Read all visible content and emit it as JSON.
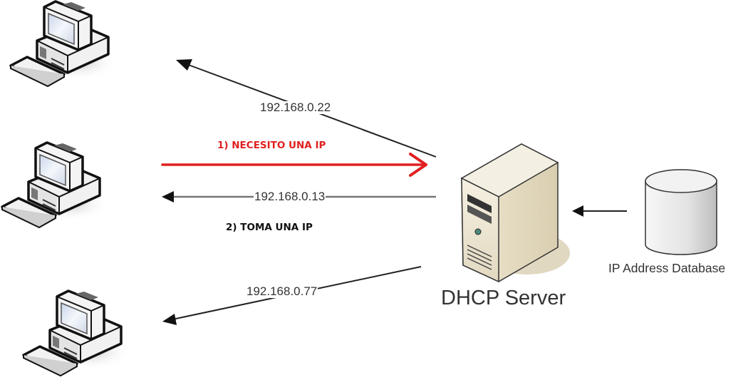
{
  "diagram": {
    "title": "DHCP IP assignment",
    "clients": [
      {
        "id": "client-1",
        "ip": "192.168.0.22"
      },
      {
        "id": "client-2",
        "ip": "192.168.0.13"
      },
      {
        "id": "client-3",
        "ip": "192.168.0.77"
      }
    ],
    "server": {
      "label": "DHCP Server"
    },
    "database": {
      "label": "IP Address Database"
    },
    "steps": {
      "request": "1) NECESITO UNA IP",
      "response": "2) TOMA UNA IP"
    },
    "colors": {
      "request_arrow": "#e02020",
      "response_arrow": "#222222",
      "server_body": "#e9e2cf",
      "database_body": "#e6e6e6"
    }
  }
}
